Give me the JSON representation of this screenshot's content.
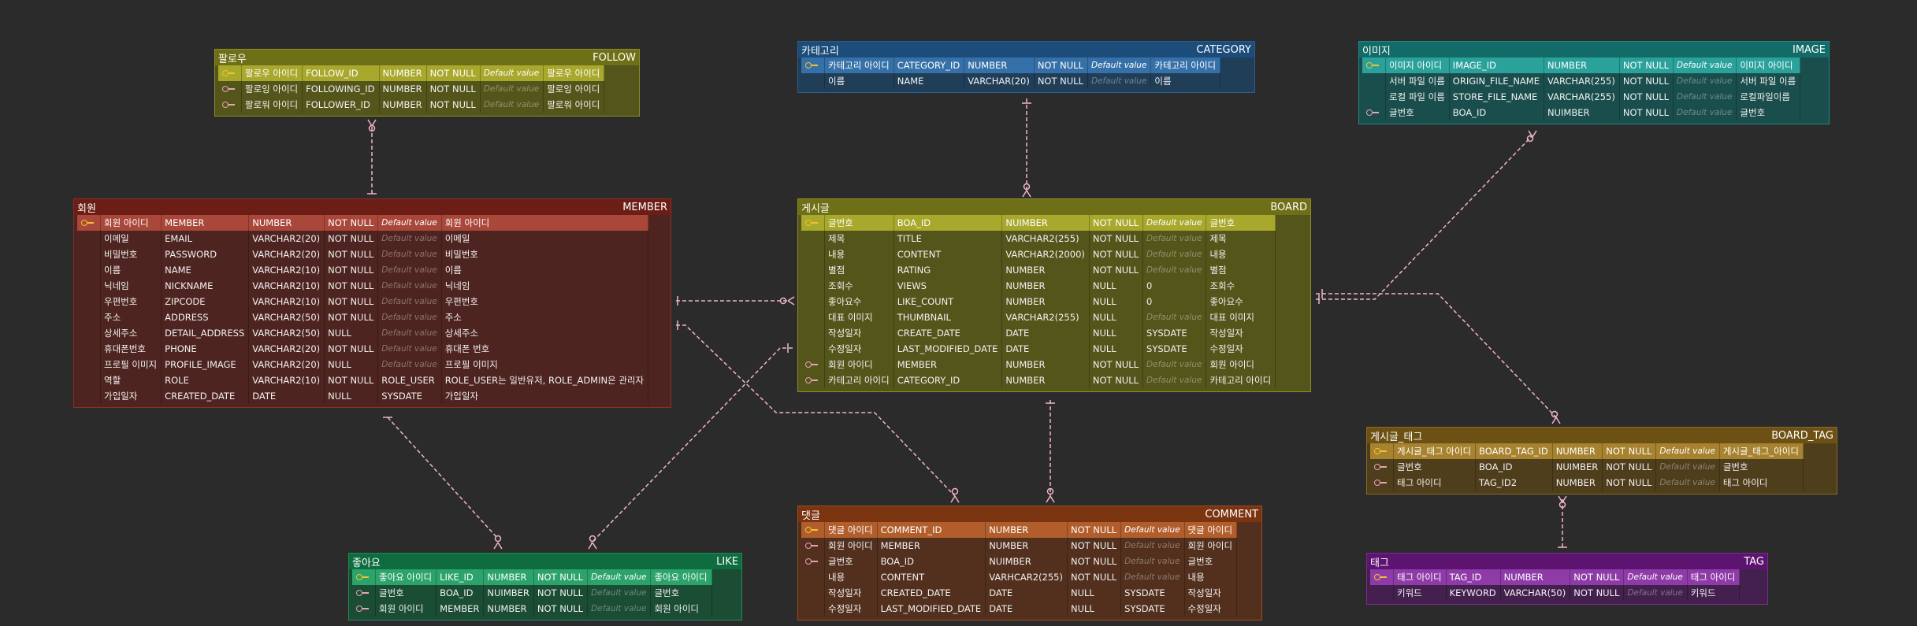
{
  "colors": {
    "follow": {
      "border": "#8e8f28",
      "header": "#6e6f16",
      "body": "#54551a",
      "pk": "#a7a82c"
    },
    "member": {
      "border": "#8a2f24",
      "header": "#6c1e16",
      "body": "#4e2420",
      "pk": "#a9473a"
    },
    "category": {
      "border": "#2a5d8e",
      "header": "#1b4c7a",
      "body": "#213e59",
      "pk": "#3571a8"
    },
    "board": {
      "border": "#8e8f28",
      "header": "#6e6f16",
      "body": "#54551a",
      "pk": "#a7a82c"
    },
    "image": {
      "border": "#1f8a86",
      "header": "#136b68",
      "body": "#1a4e4c",
      "pk": "#2aa19b"
    },
    "board_tag": {
      "border": "#8a6a24",
      "header": "#6c5014",
      "body": "#4f3e1c",
      "pk": "#a7822f"
    },
    "comment": {
      "border": "#9a4b1e",
      "header": "#7a3410",
      "body": "#52301d",
      "pk": "#b15e2c"
    },
    "like": {
      "border": "#1f8a58",
      "header": "#0f6c3f",
      "body": "#1b4c34",
      "pk": "#2ba36b"
    },
    "tag": {
      "border": "#7a2a8e",
      "header": "#5c1470",
      "body": "#43204e",
      "pk": "#8e3ba8"
    },
    "line": "#f0b6c4"
  },
  "entities": {
    "follow": {
      "logical": "팔로우",
      "physical": "FOLLOW",
      "rows": [
        [
          "pk",
          "팔로우 아이디",
          "FOLLOW_ID",
          "NUMBER",
          "NOT NULL",
          "Default value",
          "팔로우 아이디"
        ],
        [
          "fk",
          "팔로잉 아이디",
          "FOLLOWING_ID",
          "NUMBER",
          "NOT NULL",
          "Default value",
          "팔로잉 아이디"
        ],
        [
          "fk",
          "팔로워 아이디",
          "FOLLOWER_ID",
          "NUMBER",
          "NOT NULL",
          "Default value",
          "팔로워 아이디"
        ]
      ]
    },
    "member": {
      "logical": "회원",
      "physical": "MEMBER",
      "rows": [
        [
          "pk",
          "회원 아이디",
          "MEMBER",
          "NUMBER",
          "NOT NULL",
          "Default value",
          "회원 아이디"
        ],
        [
          "",
          "이메일",
          "EMAIL",
          "VARCHAR2(20)",
          "NOT NULL",
          "Default value",
          "이메일"
        ],
        [
          "",
          "비밀번호",
          "PASSWORD",
          "VARCHAR2(20)",
          "NOT NULL",
          "Default value",
          "비밀번호"
        ],
        [
          "",
          "이름",
          "NAME",
          "VARCHAR2(10)",
          "NOT NULL",
          "Default value",
          "이름"
        ],
        [
          "",
          "닉네임",
          "NICKNAME",
          "VARCHAR2(10)",
          "NOT NULL",
          "Default value",
          "닉네임"
        ],
        [
          "",
          "우편번호",
          "ZIPCODE",
          "VARCHAR2(10)",
          "NOT NULL",
          "Default value",
          "우편번호"
        ],
        [
          "",
          "주소",
          "ADDRESS",
          "VARCHAR2(50)",
          "NOT NULL",
          "Default value",
          "주소"
        ],
        [
          "",
          "상세주소",
          "DETAIL_ADDRESS",
          "VARCHAR2(50)",
          "NULL",
          "Default value",
          "상세주소"
        ],
        [
          "",
          "휴대폰번호",
          "PHONE",
          "VARCHAR2(20)",
          "NOT NULL",
          "Default value",
          "휴대폰 번호"
        ],
        [
          "",
          "프로필 이미지",
          "PROFILE_IMAGE",
          "VARCHAR2(20)",
          "NULL",
          "Default value",
          "프로필 이미지"
        ],
        [
          "",
          "역할",
          "ROLE",
          "VARCHAR2(10)",
          "NOT NULL",
          "ROLE_USER",
          "ROLE_USER는 일반유저, ROLE_ADMIN은 관리자"
        ],
        [
          "",
          "가입일자",
          "CREATED_DATE",
          "DATE",
          "NULL",
          "SYSDATE",
          "가입일자"
        ]
      ]
    },
    "category": {
      "logical": "카테고리",
      "physical": "CATEGORY",
      "rows": [
        [
          "pk",
          "카테고리 아이디",
          "CATEGORY_ID",
          "NUMBER",
          "NOT NULL",
          "Default value",
          "카테고리 아이디"
        ],
        [
          "",
          "이름",
          "NAME",
          "VARCHAR(20)",
          "NOT NULL",
          "Default value",
          "이름"
        ]
      ]
    },
    "board": {
      "logical": "게시글",
      "physical": "BOARD",
      "rows": [
        [
          "pk",
          "글번호",
          "BOA_ID",
          "NUIMBER",
          "NOT NULL",
          "Default value",
          "글번호"
        ],
        [
          "",
          "제목",
          "TITLE",
          "VARCHAR2(255)",
          "NOT NULL",
          "Default value",
          "제목"
        ],
        [
          "",
          "내용",
          "CONTENT",
          "VARCHAR2(2000)",
          "NOT NULL",
          "Default value",
          "내용"
        ],
        [
          "",
          "별점",
          "RATING",
          "NUMBER",
          "NOT NULL",
          "Default value",
          "별점"
        ],
        [
          "",
          "조회수",
          "VIEWS",
          "NUMBER",
          "NULL",
          "0",
          "조회수"
        ],
        [
          "",
          "좋아요수",
          "LIKE_COUNT",
          "NUMBER",
          "NULL",
          "0",
          "좋아요수"
        ],
        [
          "",
          "대표 이미지",
          "THUMBNAIL",
          "VARCHAR2(255)",
          "NULL",
          "Default value",
          "대표 이미지"
        ],
        [
          "",
          "작성일자",
          "CREATE_DATE",
          "DATE",
          "NULL",
          "SYSDATE",
          "작성일자"
        ],
        [
          "",
          "수정일자",
          "LAST_MODIFIED_DATE",
          "DATE",
          "NULL",
          "SYSDATE",
          "수정일자"
        ],
        [
          "fk",
          "회원 아이디",
          "MEMBER",
          "NUMBER",
          "NOT NULL",
          "Default value",
          "회원 아이디"
        ],
        [
          "fk",
          "카테고리 아이디",
          "CATEGORY_ID",
          "NUMBER",
          "NOT NULL",
          "Default value",
          "카테고리 아이디"
        ]
      ]
    },
    "image": {
      "logical": "이미지",
      "physical": "IMAGE",
      "rows": [
        [
          "pk",
          "이미지 아이디",
          "IMAGE_ID",
          "NUMBER",
          "NOT NULL",
          "Default value",
          "이미지 아이디"
        ],
        [
          "",
          "서버 파일 이름",
          "ORIGIN_FILE_NAME",
          "VARCHAR(255)",
          "NOT NULL",
          "Default value",
          "서버 파일 이름"
        ],
        [
          "",
          "로컬 파일 이름",
          "STORE_FILE_NAME",
          "VARCHAR(255)",
          "NOT NULL",
          "Default value",
          "로컬파일이름"
        ],
        [
          "fk",
          "글번호",
          "BOA_ID",
          "NUIMBER",
          "NOT NULL",
          "Default value",
          "글번호"
        ]
      ]
    },
    "board_tag": {
      "logical": "게시글_태그",
      "physical": "BOARD_TAG",
      "rows": [
        [
          "pk",
          "게시글_태그 아이디",
          "BOARD_TAG_ID",
          "NUMBER",
          "NOT NULL",
          "Default value",
          "게시글_태그_아이디"
        ],
        [
          "fk",
          "글번호",
          "BOA_ID",
          "NUIMBER",
          "NOT NULL",
          "Default value",
          "글번호"
        ],
        [
          "fk",
          "태그 아이디",
          "TAG_ID2",
          "NUMBER",
          "NOT NULL",
          "Default value",
          "태그 아이디"
        ]
      ]
    },
    "comment": {
      "logical": "댓글",
      "physical": "COMMENT",
      "rows": [
        [
          "pk",
          "댓글 아이디",
          "COMMENT_ID",
          "NUMBER",
          "NOT NULL",
          "Default value",
          "댓글 아이디"
        ],
        [
          "fk",
          "회원 아이디",
          "MEMBER",
          "NUMBER",
          "NOT NULL",
          "Default value",
          "회원 아이디"
        ],
        [
          "fk",
          "글번호",
          "BOA_ID",
          "NUIMBER",
          "NOT NULL",
          "Default value",
          "글번호"
        ],
        [
          "",
          "내용",
          "CONTENT",
          "VARHCAR2(255)",
          "NOT NULL",
          "Default value",
          "내용"
        ],
        [
          "",
          "작성일자",
          "CREATED_DATE",
          "DATE",
          "NULL",
          "SYSDATE",
          "작성일자"
        ],
        [
          "",
          "수정일자",
          "LAST_MODIFIED_DATE",
          "DATE",
          "NULL",
          "SYSDATE",
          "수정일자"
        ]
      ]
    },
    "like": {
      "logical": "좋아요",
      "physical": "LIKE",
      "rows": [
        [
          "pk",
          "좋아요 아이디",
          "LIKE_ID",
          "NUMBER",
          "NOT NULL",
          "Default value",
          "좋아요 아이디"
        ],
        [
          "fk",
          "글번호",
          "BOA_ID",
          "NUIMBER",
          "NOT NULL",
          "Default value",
          "글번호"
        ],
        [
          "fk",
          "회원 아이디",
          "MEMBER",
          "NUMBER",
          "NOT NULL",
          "Default value",
          "회원 아이디"
        ]
      ]
    },
    "tag": {
      "logical": "태그",
      "physical": "TAG",
      "rows": [
        [
          "pk",
          "태그 아이디",
          "TAG_ID",
          "NUMBER",
          "NOT NULL",
          "Default value",
          "태그 아이디"
        ],
        [
          "",
          "키워드",
          "KEYWORD",
          "VARCHAR(50)",
          "NOT NULL",
          "Default value",
          "키워드"
        ]
      ]
    }
  }
}
